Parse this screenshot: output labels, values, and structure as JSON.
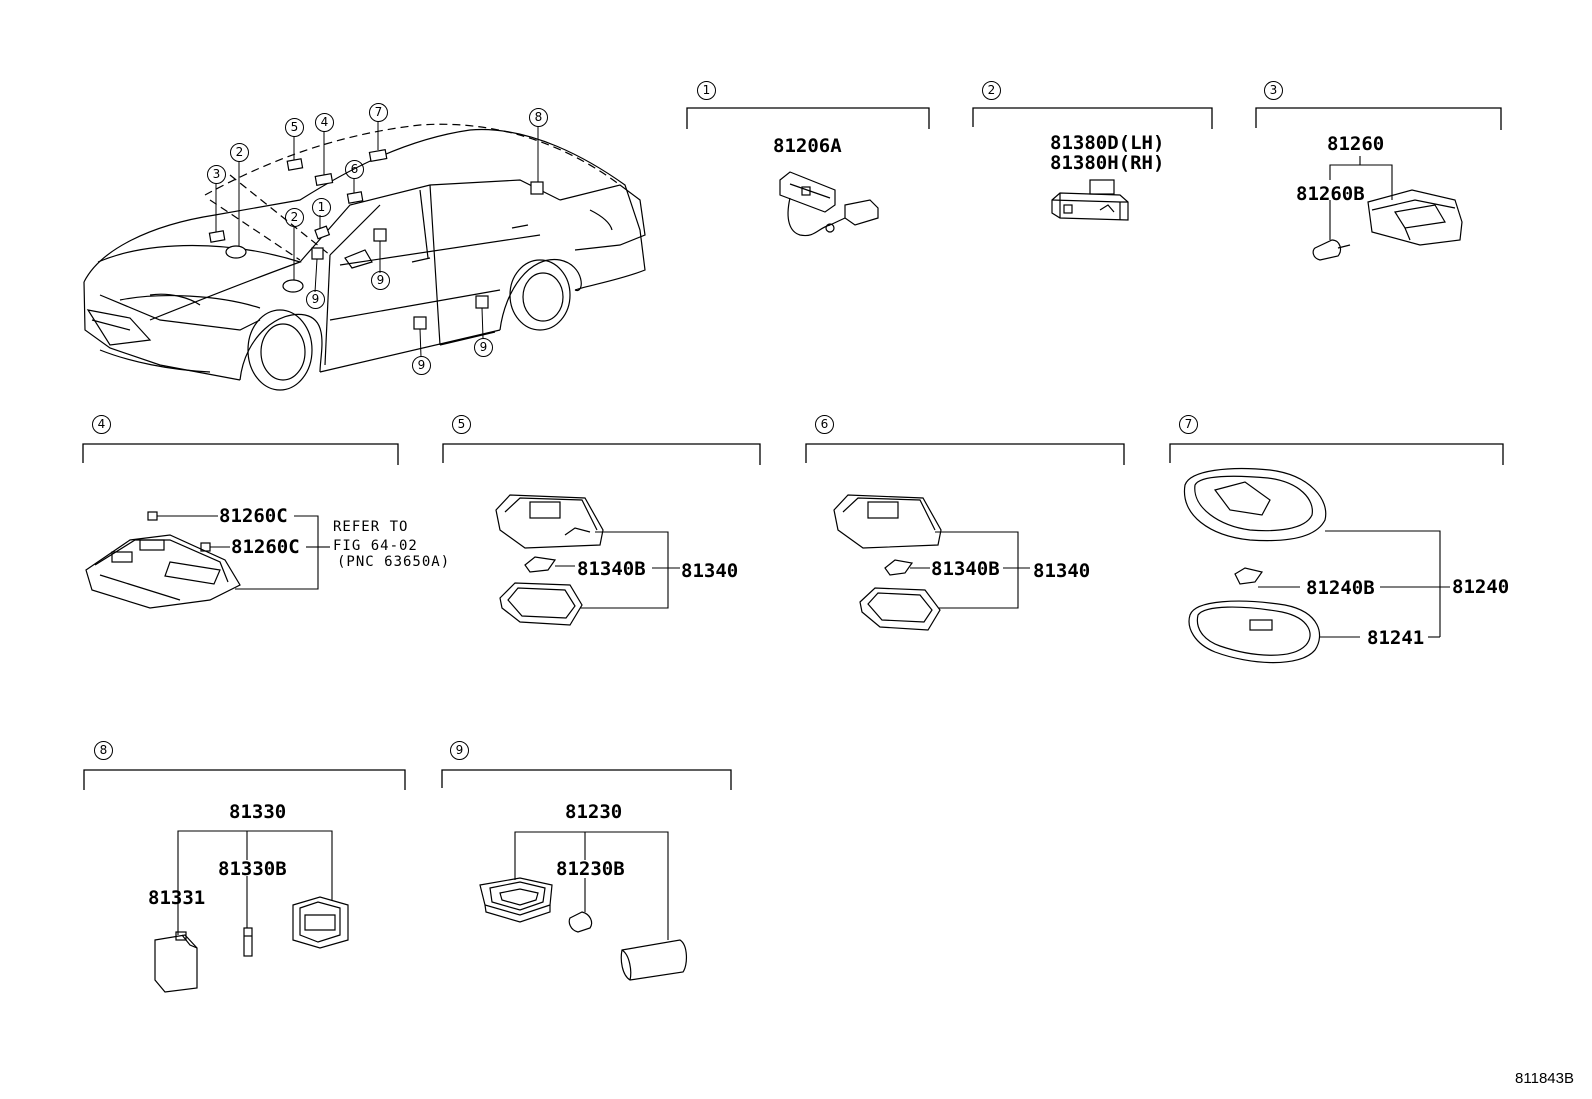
{
  "diagram_code": "811843B",
  "callout_numbers": [
    "1",
    "2",
    "3",
    "4",
    "5",
    "6",
    "7",
    "8",
    "9"
  ],
  "car_callouts": {
    "c1": "1",
    "c2a": "2",
    "c2b": "2",
    "c3": "3",
    "c4": "4",
    "c5": "5",
    "c6": "6",
    "c7": "7",
    "c8": "8",
    "c9a": "9",
    "c9b": "9",
    "c9c": "9",
    "c9d": "9"
  },
  "sections": {
    "s1": {
      "number": "1",
      "parts": [
        "81206A"
      ]
    },
    "s2": {
      "number": "2",
      "parts": [
        "81380D(LH)",
        "81380H(RH)"
      ]
    },
    "s3": {
      "number": "3",
      "parts": [
        "81260",
        "81260B"
      ]
    },
    "s4": {
      "number": "4",
      "parts": [
        "81260C",
        "81260C"
      ],
      "refer": [
        "REFER TO",
        "FIG 64-02",
        "(PNC 63650A)"
      ]
    },
    "s5": {
      "number": "5",
      "parts": [
        "81340B",
        "81340"
      ]
    },
    "s6": {
      "number": "6",
      "parts": [
        "81340B",
        "81340"
      ]
    },
    "s7": {
      "number": "7",
      "parts": [
        "81240B",
        "81240",
        "81241"
      ]
    },
    "s8": {
      "number": "8",
      "parts": [
        "81330",
        "81330B",
        "81331"
      ]
    },
    "s9": {
      "number": "9",
      "parts": [
        "81230",
        "81230B"
      ]
    }
  }
}
